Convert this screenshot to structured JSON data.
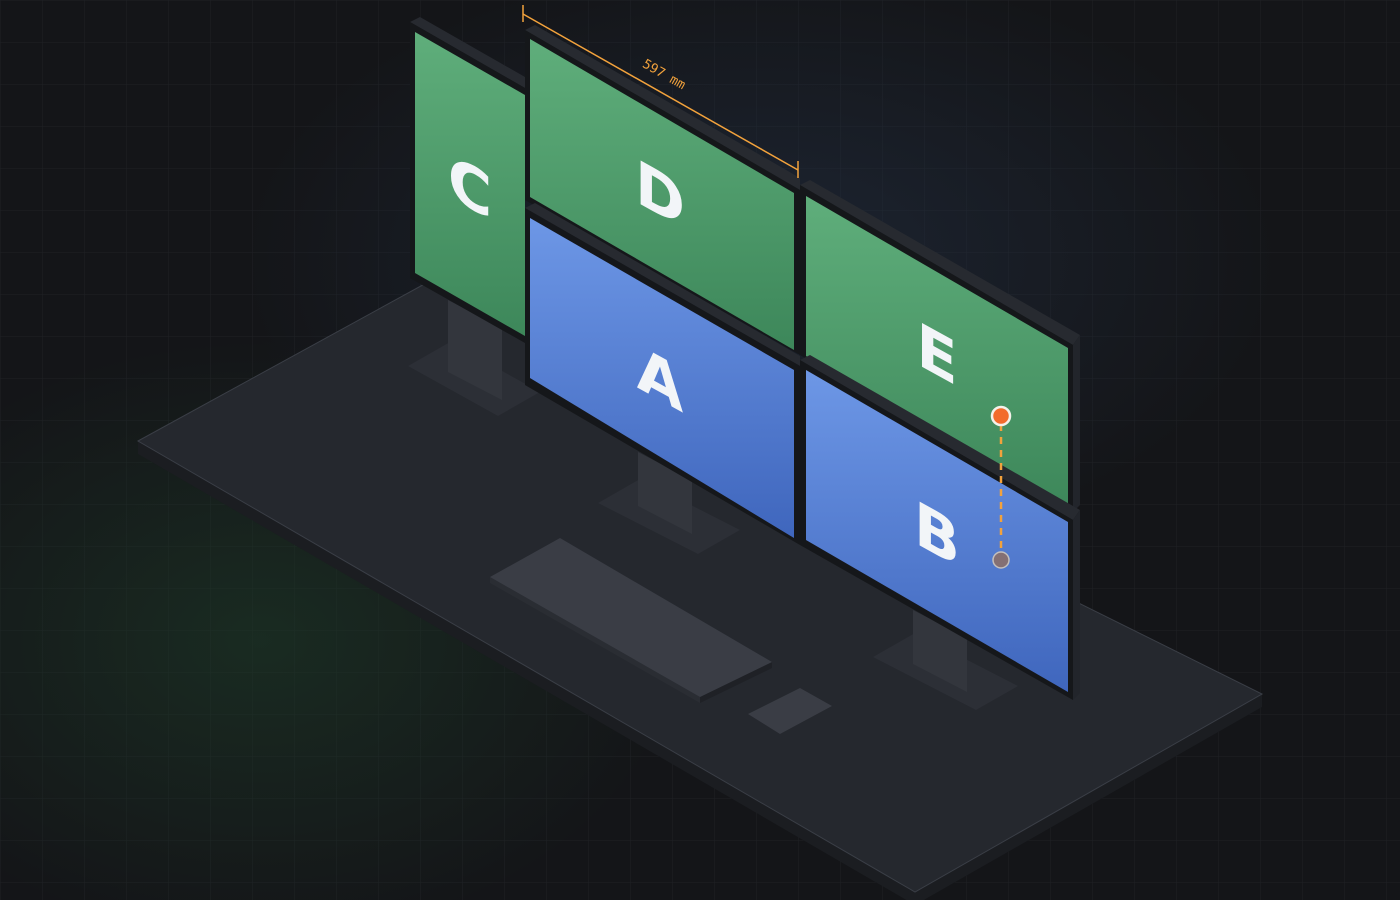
{
  "colors": {
    "background": "#141518",
    "desk_top": "#25282e",
    "desk_edge": "#1b1d21",
    "bezel": "#15171a",
    "bezel_side": "#272a30",
    "green_top": "#5fae7b",
    "green_bottom": "#3d875a",
    "blue_top": "#6d97e6",
    "blue_bottom": "#3f66bd",
    "accent_orange": "#f2a23c",
    "marker_orange": "#f26b2c"
  },
  "monitors": [
    {
      "id": "C",
      "label": "C",
      "screen_color": "green"
    },
    {
      "id": "D",
      "label": "D",
      "screen_color": "green"
    },
    {
      "id": "E",
      "label": "E",
      "screen_color": "green"
    },
    {
      "id": "A",
      "label": "A",
      "screen_color": "blue"
    },
    {
      "id": "B",
      "label": "B",
      "screen_color": "blue"
    }
  ],
  "dimension": {
    "label": "597 mm"
  }
}
